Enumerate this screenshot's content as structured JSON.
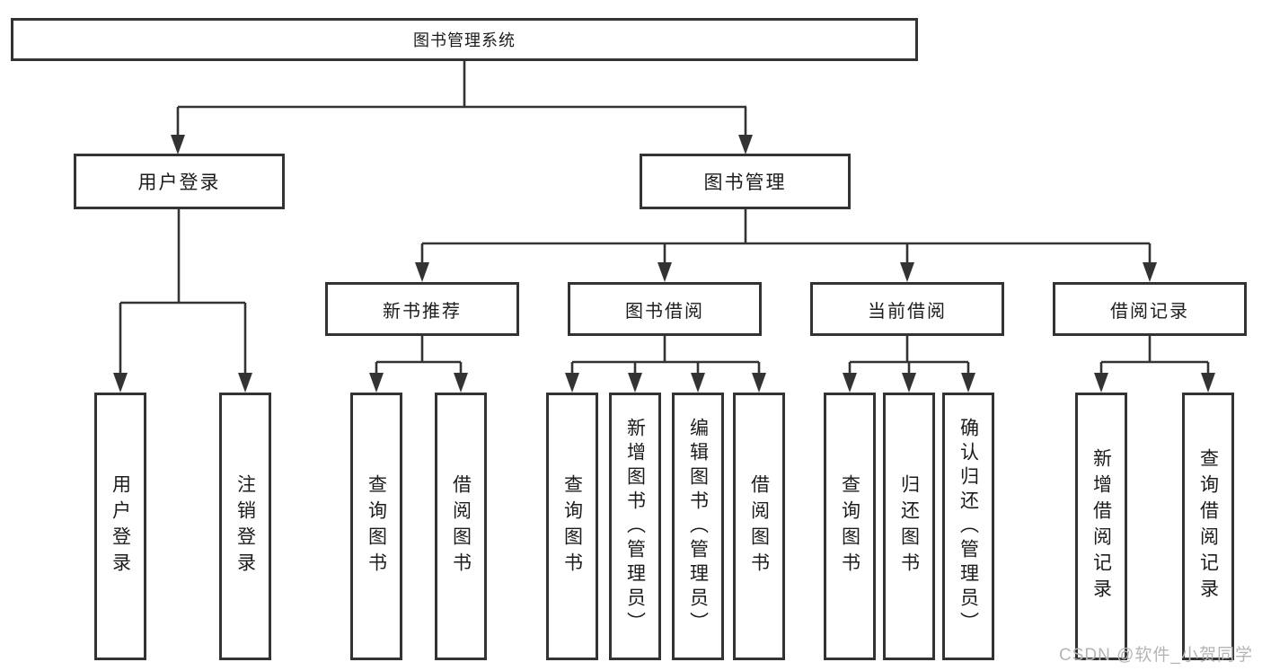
{
  "colors": {
    "line": "#333333",
    "box_border": "#333333",
    "text": "#1c1c1c",
    "watermark": "#b5b5b5",
    "background": "#ffffff"
  },
  "watermark": {
    "text": "CSDN @软件_小贺同学"
  },
  "tree": {
    "root": {
      "label": "图书管理系统",
      "children": [
        {
          "label": "用户登录",
          "children": [
            {
              "label": "用户登录"
            },
            {
              "label": "注销登录"
            }
          ]
        },
        {
          "label": "图书管理",
          "children": [
            {
              "label": "新书推荐",
              "children": [
                {
                  "label": "查询图书"
                },
                {
                  "label": "借阅图书"
                }
              ]
            },
            {
              "label": "图书借阅",
              "children": [
                {
                  "label": "查询图书"
                },
                {
                  "label": "新增图书（管理员）"
                },
                {
                  "label": "编辑图书（管理员）"
                },
                {
                  "label": "借阅图书"
                }
              ]
            },
            {
              "label": "当前借阅",
              "children": [
                {
                  "label": "查询图书"
                },
                {
                  "label": "归还图书"
                },
                {
                  "label": "确认归还（管理员）"
                }
              ]
            },
            {
              "label": "借阅记录",
              "children": [
                {
                  "label": "新增借阅记录"
                },
                {
                  "label": "查询借阅记录"
                }
              ]
            }
          ]
        }
      ]
    }
  }
}
